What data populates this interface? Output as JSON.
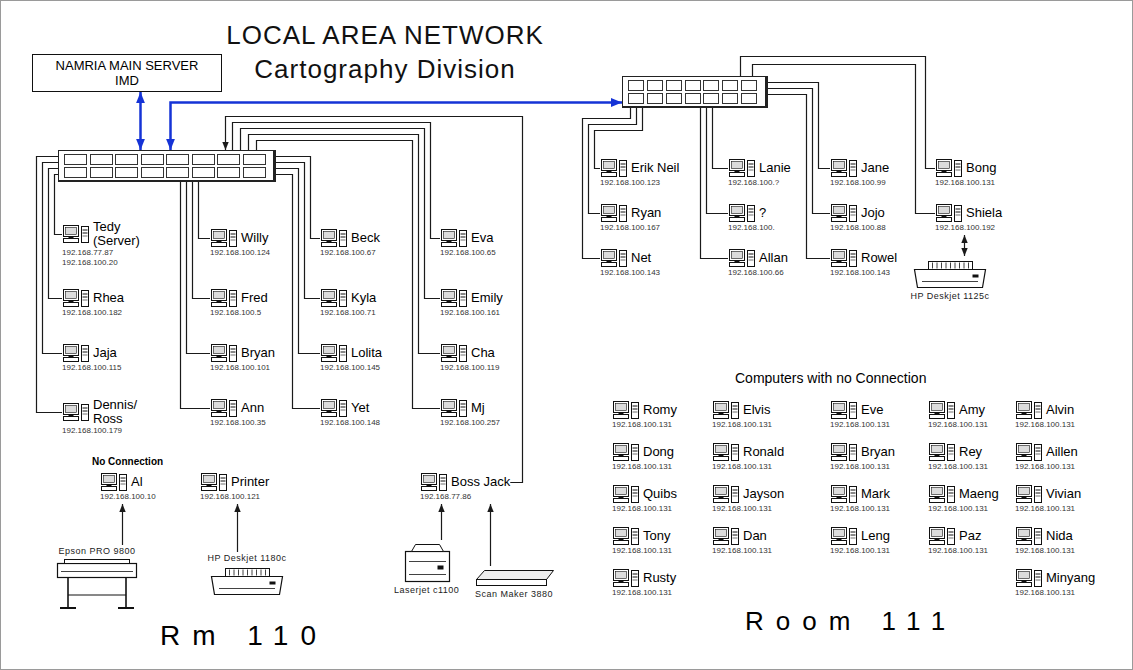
{
  "diagram": {
    "title": "LOCAL AREA NETWORK Cartography Division",
    "nodes": [
      {
        "text": [
          "NAMRIA MAIN SERVER IMD"
        ]
      },
      {
        "text": []
      },
      {
        "text": []
      },
      {
        "text": [
          "Tedy (Server)",
          "192.168.77.87",
          "192.168.100.20"
        ]
      },
      {
        "text": [
          "Rhea",
          "192.168.100.182"
        ]
      },
      {
        "text": [
          "Jaja",
          "192.168.100.115"
        ]
      },
      {
        "text": [
          "Dennis/ Ross",
          "192.168.100.179"
        ]
      },
      {
        "text": [
          "Willy",
          "192.168.100.124"
        ]
      },
      {
        "text": [
          "Fred",
          "192.168.100.5"
        ]
      },
      {
        "text": [
          "Bryan",
          "192.168.100.101"
        ]
      },
      {
        "text": [
          "Ann",
          "192.168.100.35"
        ]
      },
      {
        "text": [
          "Beck",
          "192.168.100.67"
        ]
      },
      {
        "text": [
          "Kyla",
          "192.168.100.71"
        ]
      },
      {
        "text": [
          "Lolita",
          "192.168.100.145"
        ]
      },
      {
        "text": [
          "Yet",
          "192.168.100.148"
        ]
      },
      {
        "text": [
          "Eva",
          "192.168.100.65"
        ]
      },
      {
        "text": [
          "Emily",
          "192.168.100.161"
        ]
      },
      {
        "text": [
          "Cha",
          "192.168.100.119"
        ]
      },
      {
        "text": [
          "Mj",
          "192.168.100.257"
        ]
      },
      {
        "text": [
          "Erik Neil",
          "192.168.100.123"
        ]
      },
      {
        "text": [
          "Ryan",
          "192.168.100.167"
        ]
      },
      {
        "text": [
          "Net",
          "192.168.100.143"
        ]
      },
      {
        "text": [
          "Lanie",
          "192.168.100.?"
        ]
      },
      {
        "text": [
          "?",
          "192.168.100."
        ]
      },
      {
        "text": [
          "Allan",
          "192.168.100.66"
        ]
      },
      {
        "text": [
          "Jane",
          "192.168.100.99"
        ]
      },
      {
        "text": [
          "Jojo",
          "192.168.100.88"
        ]
      },
      {
        "text": [
          "Rowel",
          "192.168.100.143"
        ]
      },
      {
        "text": [
          "Bong",
          "192.168.100.131"
        ]
      },
      {
        "text": [
          "Shiela",
          "192.168.100.192"
        ]
      },
      {
        "text": [
          "HP Deskjet 1125c"
        ]
      },
      {
        "text": [
          "Al",
          "192.168.100.10"
        ]
      },
      {
        "text": [
          "Epson PRO 9800"
        ]
      },
      {
        "text": [
          "Printer",
          "192.168.100.121"
        ]
      },
      {
        "text": [
          "HP Deskjet 1180c"
        ]
      },
      {
        "text": [
          "Boss Jack",
          "192.168.77.86"
        ]
      },
      {
        "text": [
          "Laserjet c1100"
        ]
      },
      {
        "text": [
          "Scan Maker 3880"
        ]
      },
      {
        "text": [
          "Romy",
          "192.168.100.131"
        ]
      },
      {
        "text": [
          "Elvis",
          "192.168.100.131"
        ]
      },
      {
        "text": [
          "Eve",
          "192.168.100.131"
        ]
      },
      {
        "text": [
          "Amy",
          "192.168.100.131"
        ]
      },
      {
        "text": [
          "Alvin",
          "192.168.100.131"
        ]
      },
      {
        "text": [
          "Dong",
          "192.168.100.131"
        ]
      },
      {
        "text": [
          "Ronald",
          "192.168.100.131"
        ]
      },
      {
        "text": [
          "Bryan",
          "192.168.100.131"
        ]
      },
      {
        "text": [
          "Rey",
          "192.168.100.131"
        ]
      },
      {
        "text": [
          "Aillen",
          "192.168.100.131"
        ]
      },
      {
        "text": [
          "Quibs",
          "192.168.100.131"
        ]
      },
      {
        "text": [
          "Jayson",
          "192.168.100.131"
        ]
      },
      {
        "text": [
          "Mark",
          "192.168.100.131"
        ]
      },
      {
        "text": [
          "Maeng",
          "192.168.100.131"
        ]
      },
      {
        "text": [
          "Vivian",
          "192.168.100.131"
        ]
      },
      {
        "text": [
          "Tony",
          "192.168.100.131"
        ]
      },
      {
        "text": [
          "Dan",
          "192.168.100.131"
        ]
      },
      {
        "text": [
          "Leng",
          "192.168.100.131"
        ]
      },
      {
        "text": [
          "Paz",
          "192.168.100.131"
        ]
      },
      {
        "text": [
          "Nida",
          "192.168.100.131"
        ]
      },
      {
        "text": [
          "Rusty",
          "192.168.100.131"
        ]
      },
      {
        "text": [
          "Minyang",
          "192.168.100.131"
        ]
      }
    ],
    "edges": [
      {
        "from": 0,
        "to": 1,
        "arrow": "both"
      },
      {
        "from": 1,
        "to": 2,
        "arrow": "both"
      },
      {
        "from": 1,
        "to": 3,
        "arrow": "none"
      },
      {
        "from": 1,
        "to": 4,
        "arrow": "none"
      },
      {
        "from": 1,
        "to": 5,
        "arrow": "none"
      },
      {
        "from": 1,
        "to": 6,
        "arrow": "none"
      },
      {
        "from": 1,
        "to": 7,
        "arrow": "none"
      },
      {
        "from": 1,
        "to": 8,
        "arrow": "none"
      },
      {
        "from": 1,
        "to": 9,
        "arrow": "none"
      },
      {
        "from": 1,
        "to": 10,
        "arrow": "none"
      },
      {
        "from": 1,
        "to": 11,
        "arrow": "none"
      },
      {
        "from": 1,
        "to": 12,
        "arrow": "none"
      },
      {
        "from": 1,
        "to": 13,
        "arrow": "none"
      },
      {
        "from": 1,
        "to": 14,
        "arrow": "none"
      },
      {
        "from": 1,
        "to": 15,
        "arrow": "none"
      },
      {
        "from": 1,
        "to": 16,
        "arrow": "none"
      },
      {
        "from": 1,
        "to": 17,
        "arrow": "none"
      },
      {
        "from": 1,
        "to": 18,
        "arrow": "none"
      },
      {
        "from": 2,
        "to": 19,
        "arrow": "none"
      },
      {
        "from": 2,
        "to": 20,
        "arrow": "none"
      },
      {
        "from": 2,
        "to": 21,
        "arrow": "none"
      },
      {
        "from": 2,
        "to": 22,
        "arrow": "none"
      },
      {
        "from": 2,
        "to": 23,
        "arrow": "none"
      },
      {
        "from": 2,
        "to": 24,
        "arrow": "none"
      },
      {
        "from": 2,
        "to": 25,
        "arrow": "none"
      },
      {
        "from": 2,
        "to": 26,
        "arrow": "none"
      },
      {
        "from": 2,
        "to": 27,
        "arrow": "none"
      },
      {
        "from": 2,
        "to": 28,
        "arrow": "none"
      },
      {
        "from": 2,
        "to": 29,
        "arrow": "none"
      },
      {
        "from": 29,
        "to": 30,
        "arrow": "both"
      },
      {
        "from": 35,
        "to": 1,
        "arrow": "to"
      },
      {
        "from": 32,
        "to": 31,
        "arrow": "to"
      },
      {
        "from": 34,
        "to": 33,
        "arrow": "to"
      },
      {
        "from": 36,
        "to": 35,
        "arrow": "to"
      },
      {
        "from": 37,
        "to": 35,
        "arrow": "to"
      }
    ],
    "labels": [
      "No Connection",
      "Computers with no Connection",
      "Rm 110",
      "Room 111"
    ]
  }
}
